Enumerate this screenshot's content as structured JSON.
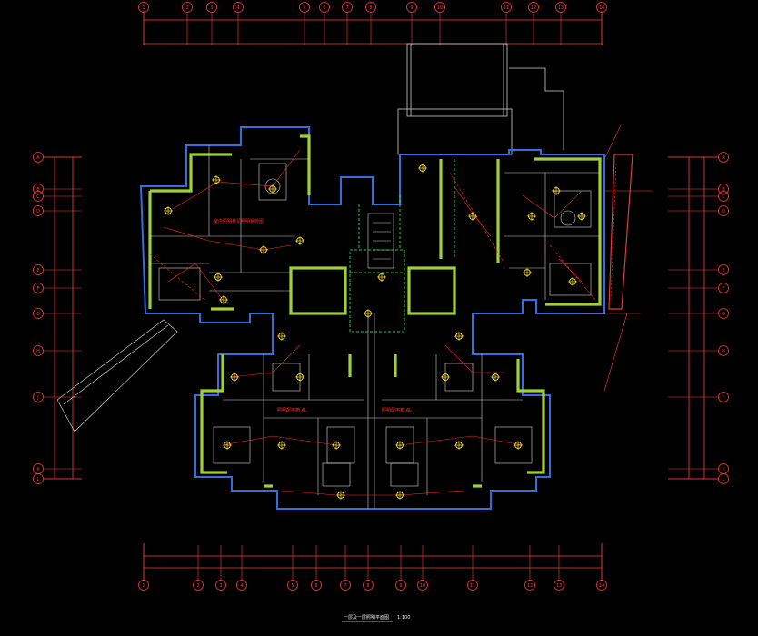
{
  "drawing": {
    "title": "一层及一层照明平面图",
    "scale": "1:100",
    "colors": {
      "background": "#000000",
      "wall": "#9fcf3a",
      "outer_wall": "#2f6fe0",
      "axis": "#ff3b3b",
      "wiring": "#ff2a2a",
      "fixture": "#ffe23a",
      "core": "#34ff4a",
      "lines": "#cfcfcf"
    },
    "notes_red": [
      "室内照明参见照明系统图",
      "照明配电箱 AL",
      "照明配电箱 AL"
    ],
    "grid_top": [
      "1",
      "2",
      "3",
      "4",
      "5",
      "6",
      "7",
      "8",
      "9",
      "10",
      "11",
      "12",
      "13",
      "14"
    ],
    "grid_bottom": [
      "1",
      "2",
      "3",
      "4",
      "5",
      "6",
      "7",
      "8",
      "9",
      "10",
      "11",
      "12",
      "13",
      "14"
    ],
    "grid_left": [
      "A",
      "B",
      "C",
      "D",
      "E",
      "F",
      "G",
      "H",
      "J",
      "K",
      "L"
    ],
    "grid_right": [
      "A",
      "B",
      "C",
      "D",
      "E",
      "F",
      "G",
      "H",
      "J",
      "K",
      "L"
    ]
  }
}
